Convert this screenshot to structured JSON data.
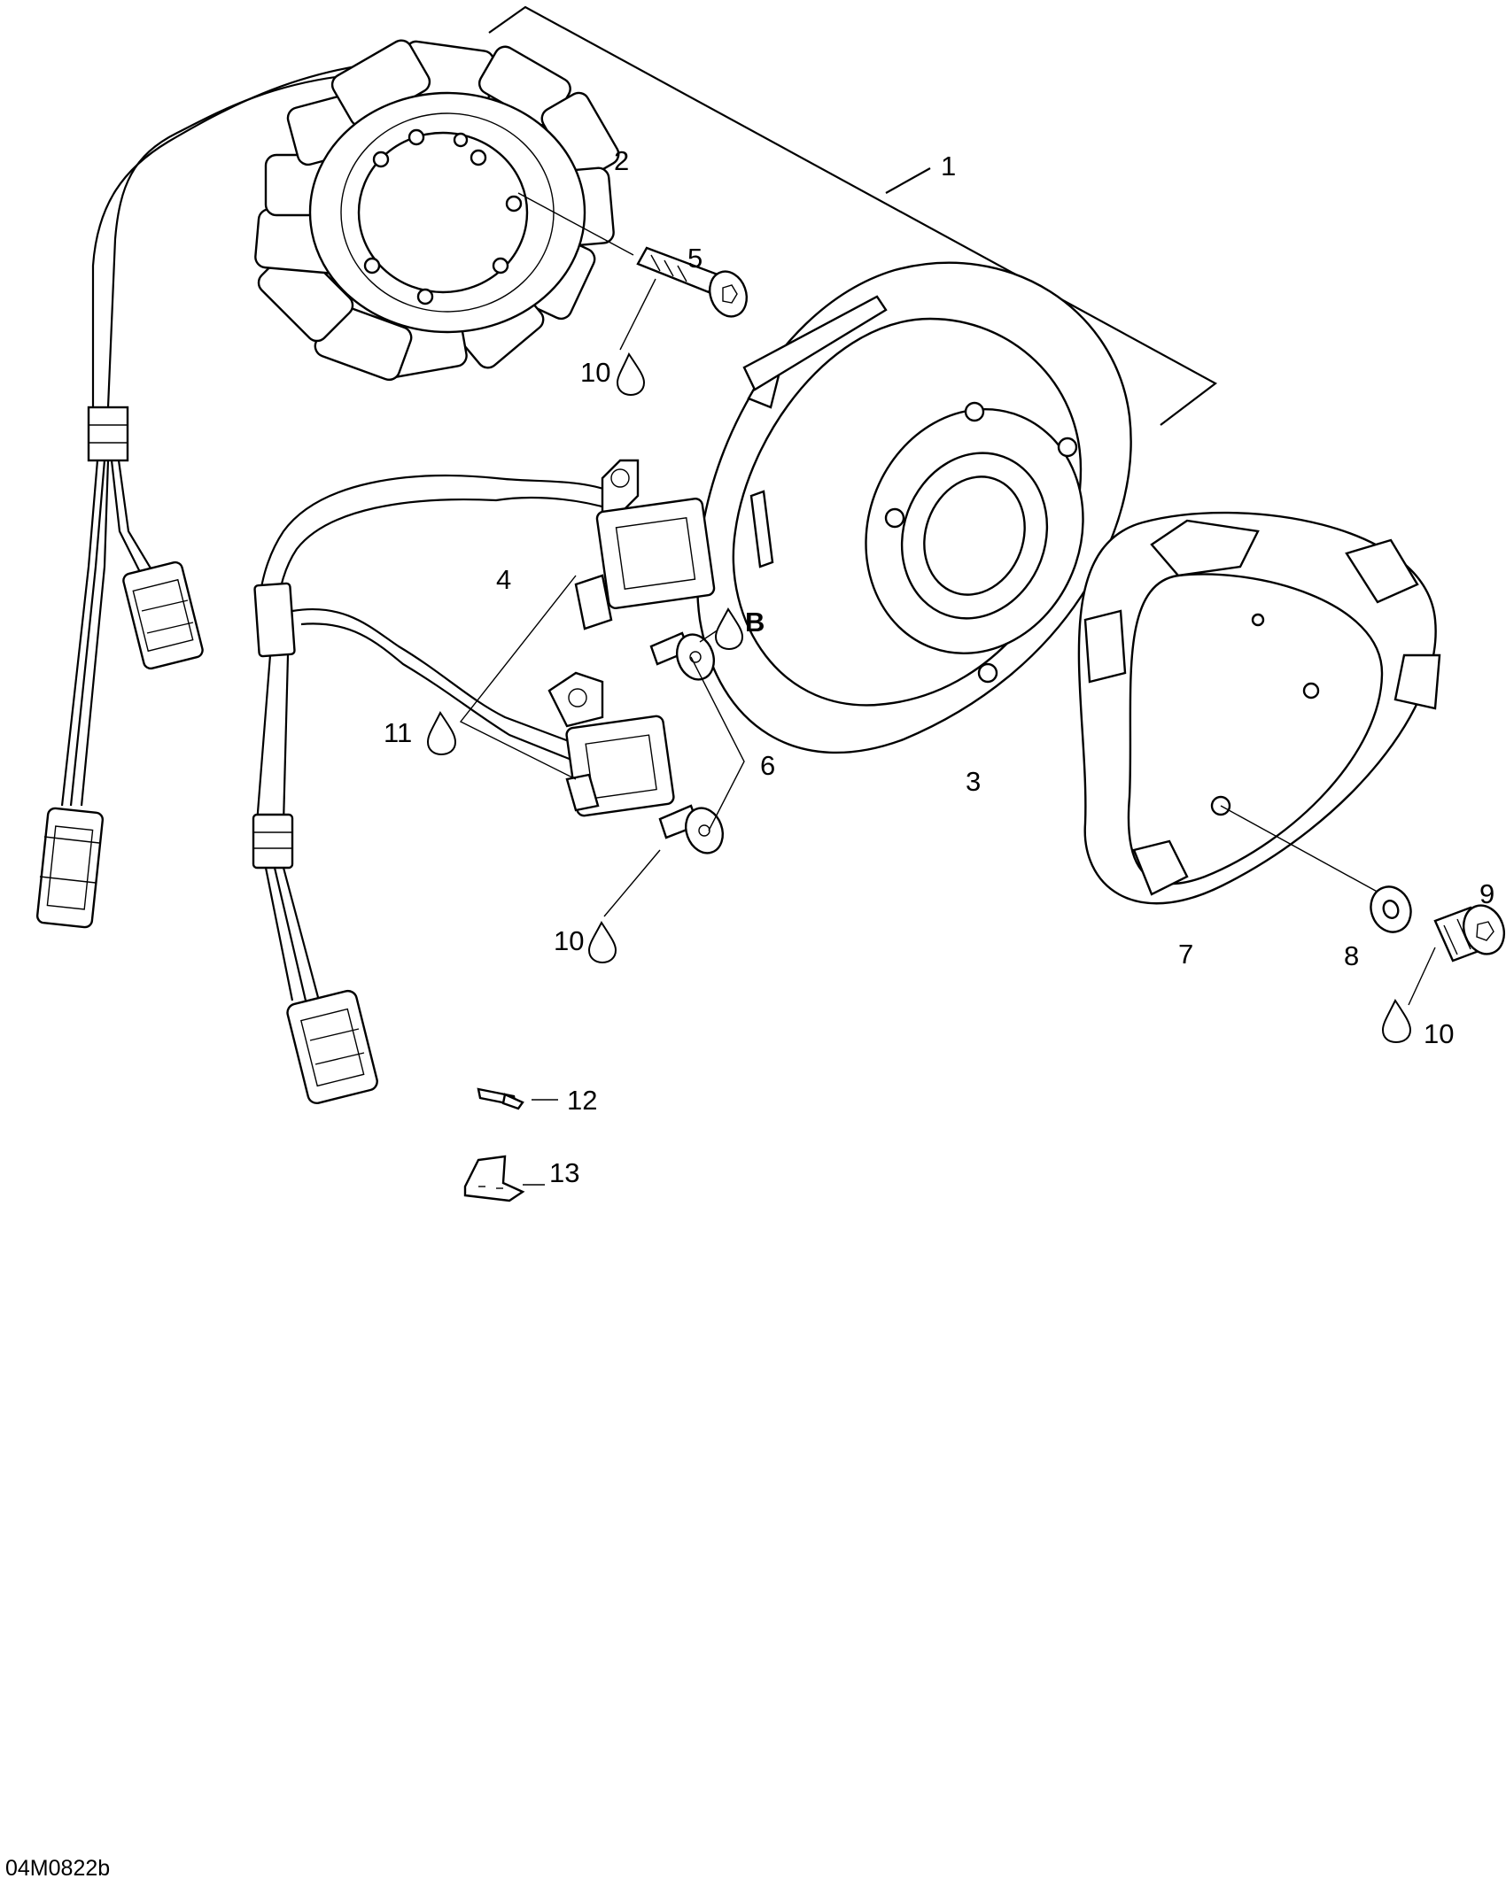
{
  "diagram": {
    "reference_code": "04M0822b",
    "callouts": {
      "c1": "1",
      "c2": "2",
      "c3": "3",
      "c4": "4",
      "c5": "5",
      "c6": "6",
      "c7": "7",
      "c8": "8",
      "c9": "9",
      "c10a": "10",
      "c10b": "10",
      "c10c": "10",
      "c11": "11",
      "c12": "12",
      "c13": "13",
      "cB": "B"
    },
    "parts": [
      {
        "icon": "stator-icon"
      },
      {
        "icon": "flywheel-rotor-icon"
      },
      {
        "icon": "trigger-sensor-icon"
      },
      {
        "icon": "screw-icon"
      },
      {
        "icon": "retainer-ring-icon"
      },
      {
        "icon": "washer-icon"
      },
      {
        "icon": "socket-cap-screw-icon"
      },
      {
        "icon": "terminal-pin-icon"
      },
      {
        "icon": "bracket-clip-icon"
      },
      {
        "icon": "threadlocker-drop-icon"
      },
      {
        "icon": "wiring-harness-icon"
      }
    ]
  }
}
